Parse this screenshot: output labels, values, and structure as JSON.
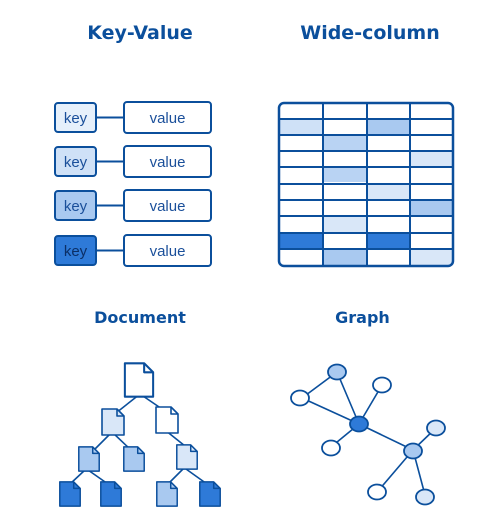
{
  "panels": {
    "key_value": {
      "title": "Key-Value",
      "rows": [
        {
          "key": "key",
          "value": "value",
          "key_fill": "#e6f0fb"
        },
        {
          "key": "key",
          "value": "value",
          "key_fill": "#cfe1f7"
        },
        {
          "key": "key",
          "value": "value",
          "key_fill": "#a9c9f0"
        },
        {
          "key": "key",
          "value": "value",
          "key_fill": "#2e7ad8"
        }
      ]
    },
    "wide_column": {
      "title": "Wide-column"
    },
    "document": {
      "title": "Document"
    },
    "graph": {
      "title": "Graph"
    }
  },
  "colors": {
    "stroke": "#0b4f9c",
    "title": "#0b4f9c",
    "light": "#d9e7f8",
    "medium": "#a9c9f0",
    "dark": "#2e7ad8",
    "white": "#ffffff"
  }
}
